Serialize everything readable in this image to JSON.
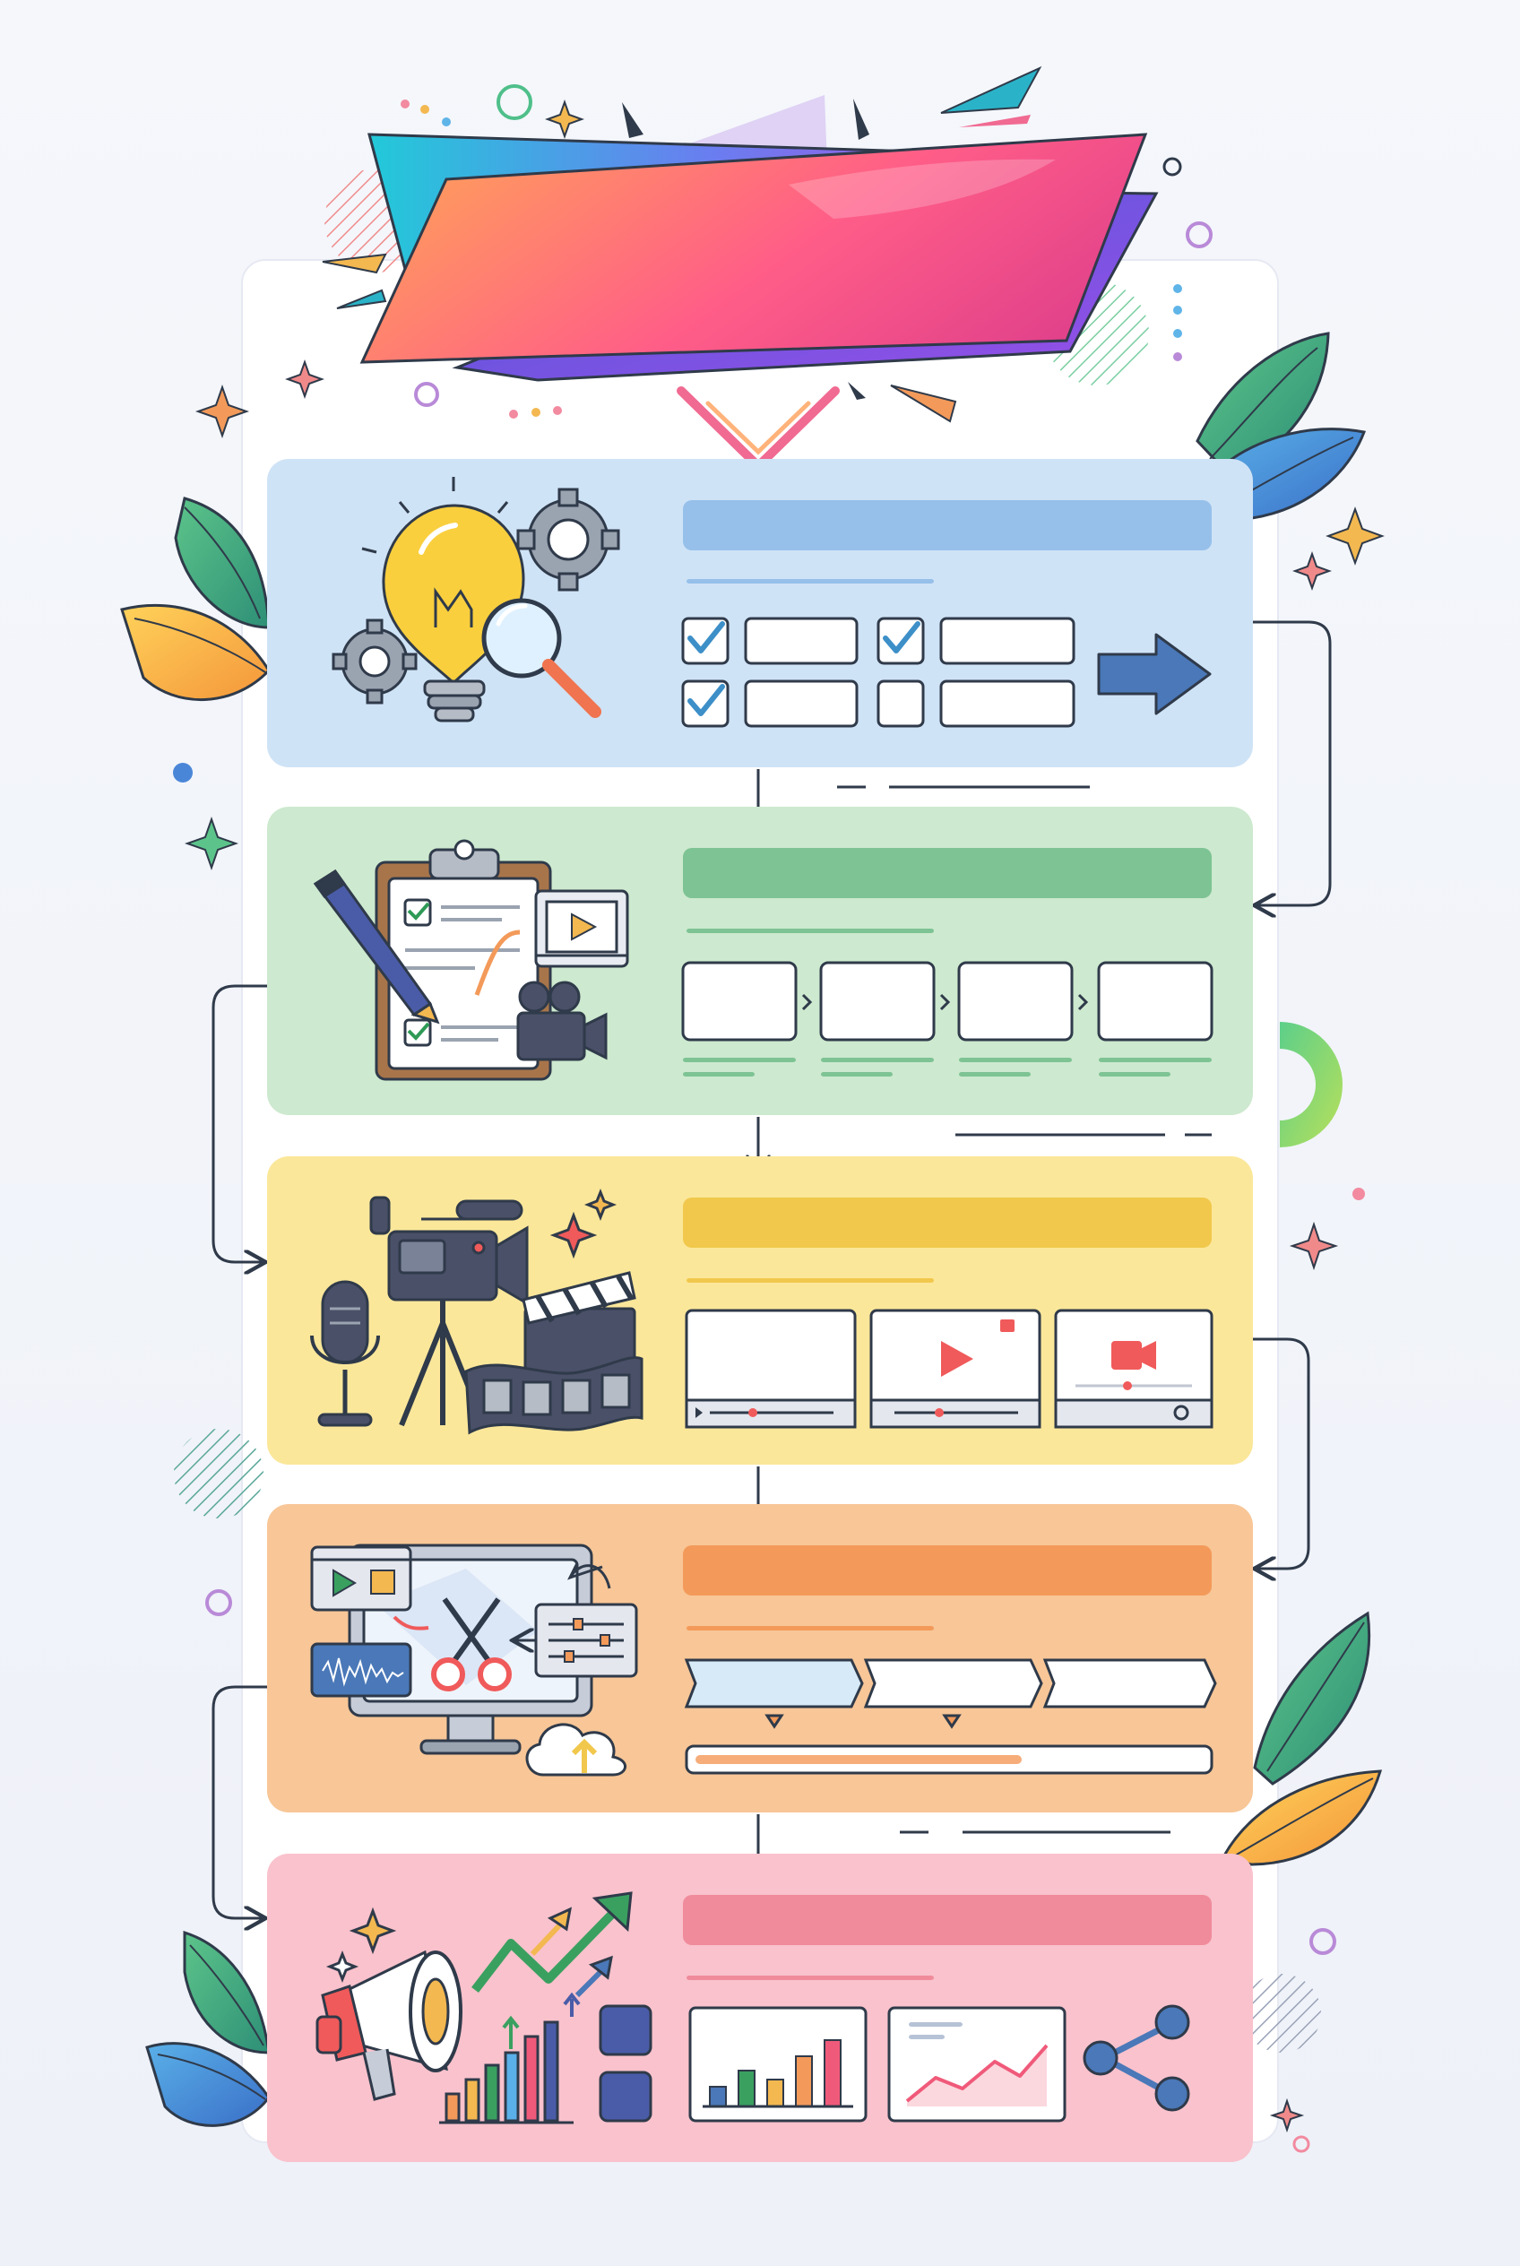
{
  "colors": {
    "background": "#f1f4f9",
    "sheet": "#ffffff",
    "outline": "#2f3a4a",
    "step1": "#cfe3f6",
    "step1_accent": "#8fbbe6",
    "step2": "#cde9cf",
    "step2_accent": "#79c28d",
    "step3": "#fbe79a",
    "step3_accent": "#f1c84c",
    "step4": "#f8c697",
    "step4_accent": "#f39a5a",
    "step5": "#f9c2cc",
    "step5_accent": "#f08b9c",
    "banner_start": "#ff9a5c",
    "banner_mid": "#ff5a8a",
    "banner_end": "#9b5ef0"
  },
  "steps": [
    {
      "id": "ideation",
      "icons": [
        "lightbulb-icon",
        "gear-icon",
        "magnifier-icon",
        "checkbox-icon",
        "arrow-right-icon"
      ]
    },
    {
      "id": "planning",
      "icons": [
        "clipboard-icon",
        "pen-icon",
        "video-player-icon",
        "movie-camera-icon"
      ]
    },
    {
      "id": "production",
      "icons": [
        "video-camera-icon",
        "microphone-icon",
        "tripod-icon",
        "clapperboard-icon",
        "film-reel-icon",
        "play-icon"
      ]
    },
    {
      "id": "editing",
      "icons": [
        "monitor-icon",
        "scissors-icon",
        "sliders-icon",
        "waveform-icon",
        "cloud-upload-icon",
        "redo-icon"
      ]
    },
    {
      "id": "distribution",
      "icons": [
        "megaphone-icon",
        "growth-arrow-icon",
        "bar-chart-icon",
        "line-chart-icon",
        "share-icon"
      ]
    }
  ]
}
